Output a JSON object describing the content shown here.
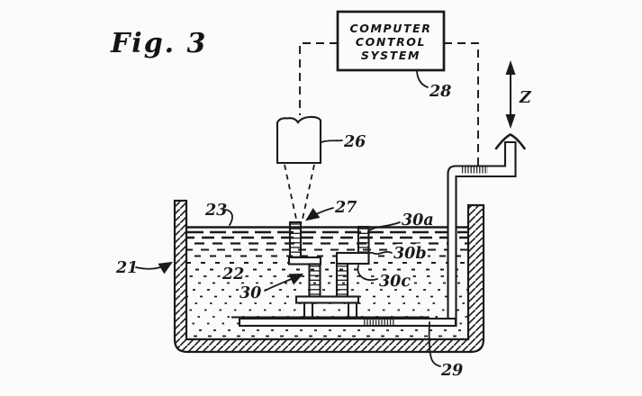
{
  "figure_label": "Fig. 3",
  "computer_control_box": {
    "lines": [
      "COMPUTER",
      "CONTROL",
      "SYSTEM"
    ],
    "ref": "28"
  },
  "reference_numerals": {
    "vat": "21",
    "liquid": "22",
    "surface": "23",
    "light_source": "26",
    "beam_spot": "27",
    "platform": "29",
    "object": "30",
    "layer_a": "30a",
    "layer_b": "30b",
    "layer_c": "30c"
  },
  "axis_label": "Z",
  "colors": {
    "ink": "#1a1a1a",
    "paper": "#fbfbf9"
  }
}
